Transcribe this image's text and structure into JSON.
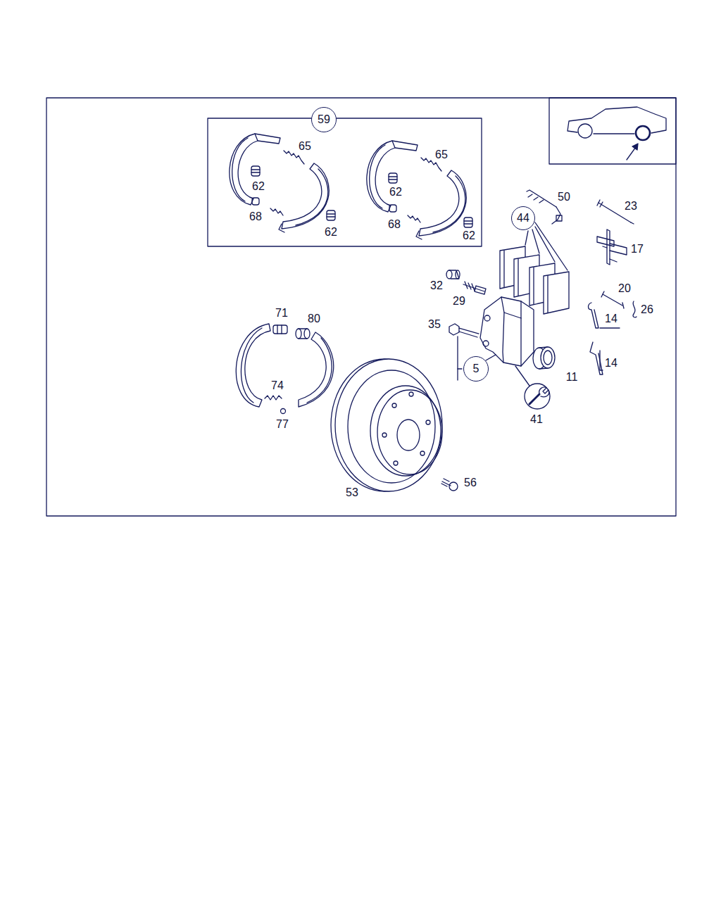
{
  "diagram": {
    "nodes": [
      {
        "text": [
          "59"
        ]
      },
      {
        "text": [
          "44"
        ]
      },
      {
        "text": [
          "5"
        ]
      }
    ],
    "labels": [
      "65",
      "62",
      "68",
      "62",
      "65",
      "62",
      "68",
      "62",
      "50",
      "23",
      "17",
      "32",
      "29",
      "20",
      "26",
      "14",
      "35",
      "71",
      "80",
      "14",
      "11",
      "41",
      "74",
      "77",
      "56",
      "53"
    ]
  }
}
